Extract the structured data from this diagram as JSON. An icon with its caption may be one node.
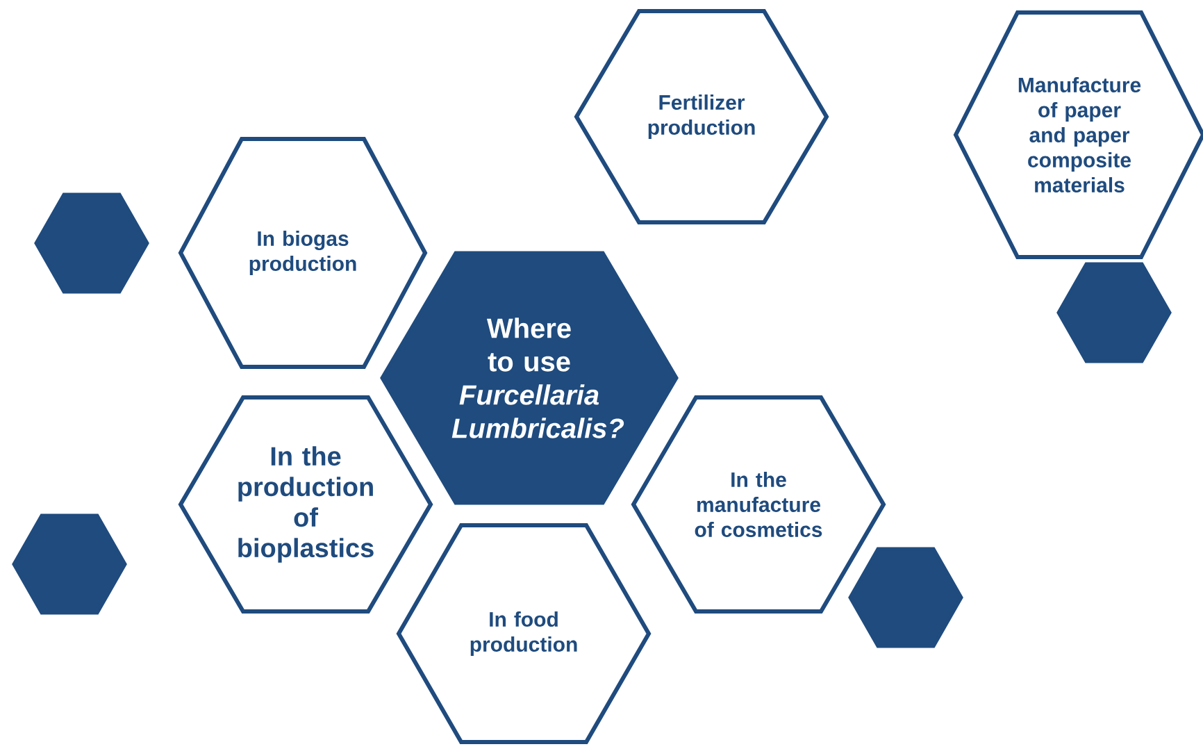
{
  "diagram": {
    "nodes": [
      {
        "text": [
          "Fertilizer production"
        ]
      },
      {
        "text": [
          "Manufacture of paper and paper composite materials"
        ]
      },
      {
        "text": [
          "In biogas production"
        ]
      },
      {
        "text": [
          "Where to use *Furcellaria Lumbricalis?*"
        ]
      },
      {
        "text": [
          "In the production of bioplastics"
        ]
      },
      {
        "text": [
          "In the manufacture of cosmetics"
        ]
      },
      {
        "text": [
          "In food production"
        ]
      },
      {
        "text": [],
        "shape": "hexagon"
      },
      {
        "text": [],
        "shape": "hexagon"
      },
      {
        "text": [],
        "shape": "hexagon"
      },
      {
        "text": [],
        "shape": "hexagon"
      }
    ]
  }
}
